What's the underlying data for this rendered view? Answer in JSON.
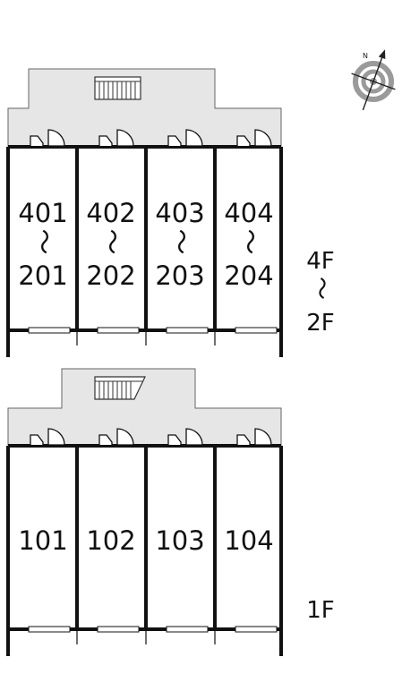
{
  "upper_block": {
    "units": [
      {
        "top": "401",
        "tilde": "〜",
        "bottom": "201"
      },
      {
        "top": "402",
        "tilde": "〜",
        "bottom": "202"
      },
      {
        "top": "403",
        "tilde": "〜",
        "bottom": "203"
      },
      {
        "top": "404",
        "tilde": "〜",
        "bottom": "204"
      }
    ],
    "floor": {
      "top": "4F",
      "tilde": "〜",
      "bottom": "2F"
    }
  },
  "lower_block": {
    "units": [
      "101",
      "102",
      "103",
      "104"
    ],
    "floor": "1F"
  },
  "compass": {
    "icon": "compass-icon",
    "label": "N"
  },
  "colors": {
    "corridor": "#e6e6e6",
    "wall": "#111111",
    "unit": "#ffffff",
    "compass": "#9a9a9a"
  }
}
